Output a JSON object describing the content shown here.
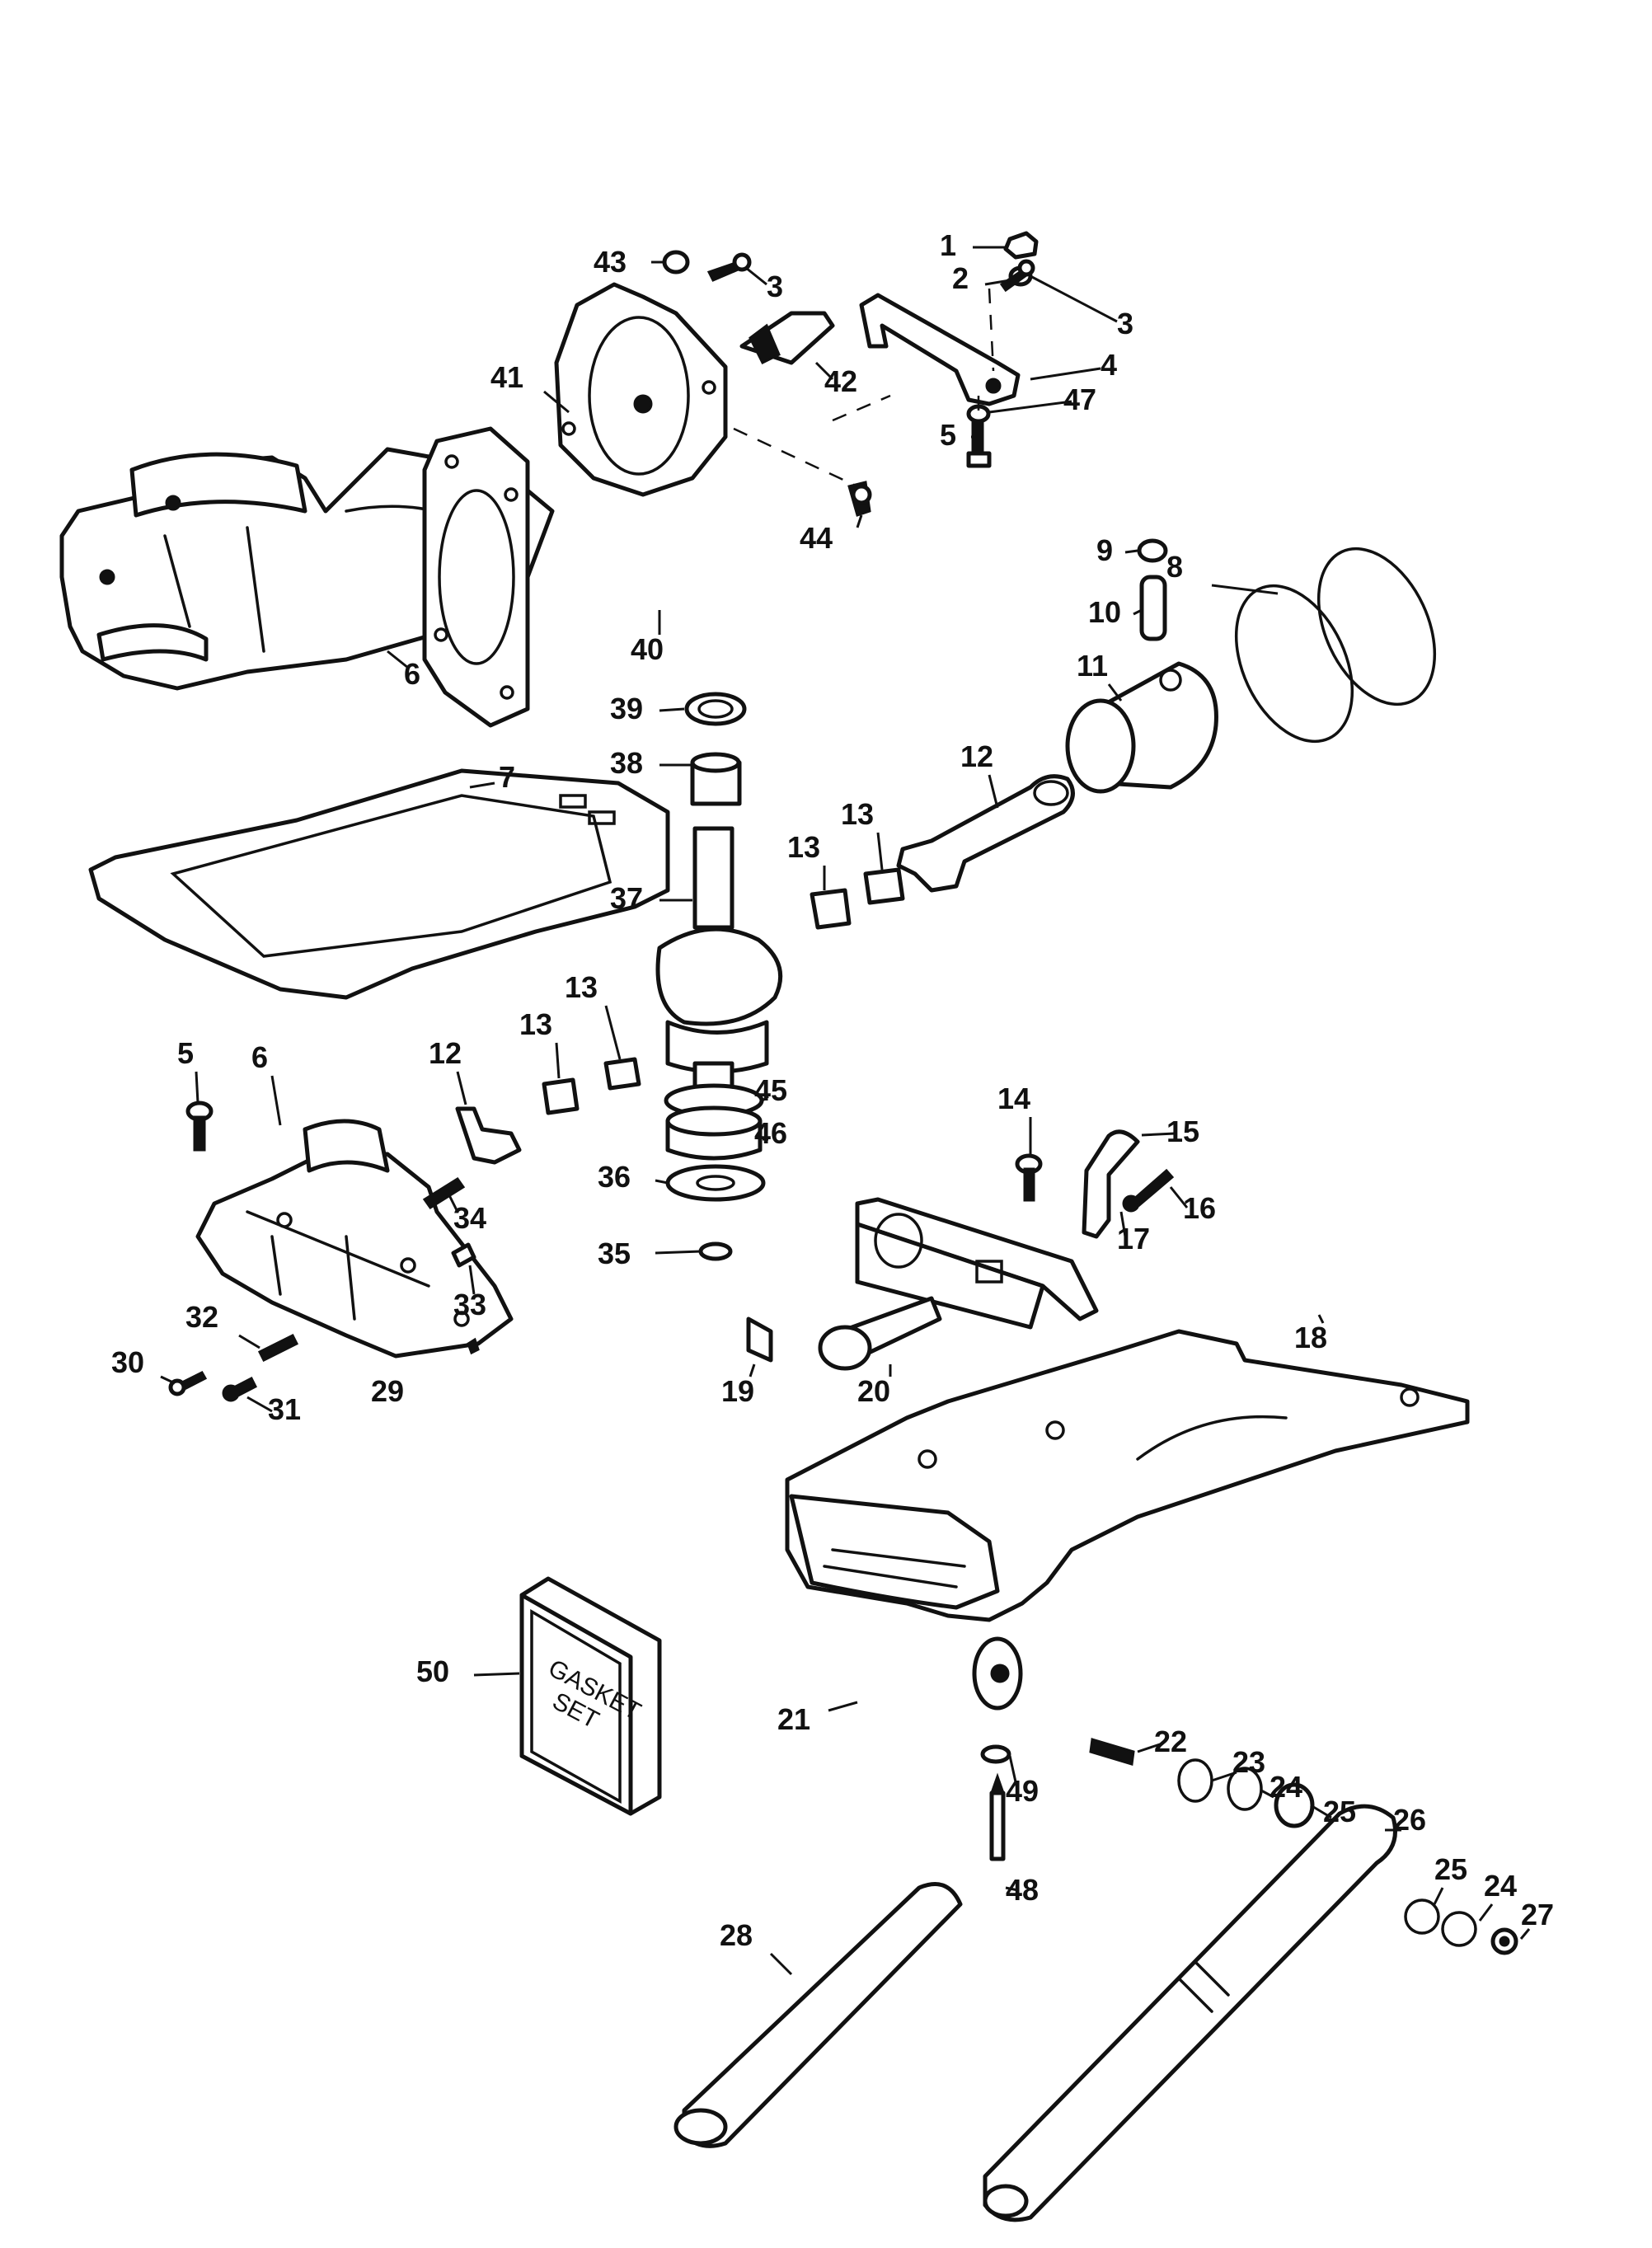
{
  "diagram": {
    "title": "Exploded parts diagram – outboard powerhead, crankcase and swivel bracket",
    "gasket_box_text": [
      "GASKET",
      "SET"
    ],
    "callouts": [
      {
        "id": "c1",
        "label": "1",
        "part": "nut"
      },
      {
        "id": "c2",
        "label": "2",
        "part": "washer"
      },
      {
        "id": "c3a",
        "label": "3",
        "part": "screw"
      },
      {
        "id": "c3b",
        "label": "3",
        "part": "screw"
      },
      {
        "id": "c4",
        "label": "4",
        "part": "lifting bracket"
      },
      {
        "id": "c47",
        "label": "47",
        "part": "washer"
      },
      {
        "id": "c5a",
        "label": "5",
        "part": "bolt"
      },
      {
        "id": "c43",
        "label": "43",
        "part": "washer"
      },
      {
        "id": "c41",
        "label": "41",
        "part": "cylinder head"
      },
      {
        "id": "c42",
        "label": "42",
        "part": "spark plug"
      },
      {
        "id": "c44",
        "label": "44",
        "part": "screw"
      },
      {
        "id": "c40",
        "label": "40",
        "part": "head gasket"
      },
      {
        "id": "c6a",
        "label": "6",
        "part": "cylinder block"
      },
      {
        "id": "c9",
        "label": "9",
        "part": "retaining ring"
      },
      {
        "id": "c10",
        "label": "10",
        "part": "piston pin"
      },
      {
        "id": "c8",
        "label": "8",
        "part": "piston rings"
      },
      {
        "id": "c11",
        "label": "11",
        "part": "piston"
      },
      {
        "id": "c39",
        "label": "39",
        "part": "seal"
      },
      {
        "id": "c38",
        "label": "38",
        "part": "bearing"
      },
      {
        "id": "c7",
        "label": "7",
        "part": "gasket"
      },
      {
        "id": "c12a",
        "label": "12",
        "part": "connecting rod"
      },
      {
        "id": "c13a",
        "label": "13",
        "part": "needle bearing"
      },
      {
        "id": "c13b",
        "label": "13",
        "part": "needle bearing"
      },
      {
        "id": "c37",
        "label": "37",
        "part": "crankshaft"
      },
      {
        "id": "c13c",
        "label": "13",
        "part": "needle bearing"
      },
      {
        "id": "c13d",
        "label": "13",
        "part": "needle bearing"
      },
      {
        "id": "c5b",
        "label": "5",
        "part": "bolt"
      },
      {
        "id": "c6b",
        "label": "6",
        "part": "crankcase"
      },
      {
        "id": "c12b",
        "label": "12",
        "part": "rod cap"
      },
      {
        "id": "c45",
        "label": "45",
        "part": "bearing"
      },
      {
        "id": "c46",
        "label": "46",
        "part": "seal"
      },
      {
        "id": "c36",
        "label": "36",
        "part": "washer"
      },
      {
        "id": "c35",
        "label": "35",
        "part": "o-ring"
      },
      {
        "id": "c34",
        "label": "34",
        "part": "stud"
      },
      {
        "id": "c33",
        "label": "33",
        "part": "dowel pin"
      },
      {
        "id": "c32",
        "label": "32",
        "part": "screw"
      },
      {
        "id": "c30",
        "label": "30",
        "part": "screw"
      },
      {
        "id": "c31",
        "label": "31",
        "part": "screw"
      },
      {
        "id": "c29",
        "label": "29",
        "part": "crankcase half"
      },
      {
        "id": "c14",
        "label": "14",
        "part": "screw"
      },
      {
        "id": "c15",
        "label": "15",
        "part": "clamp"
      },
      {
        "id": "c16",
        "label": "16",
        "part": "screw"
      },
      {
        "id": "c17",
        "label": "17",
        "part": "nut"
      },
      {
        "id": "c18",
        "label": "18",
        "part": "mount"
      },
      {
        "id": "c19",
        "label": "19",
        "part": "decal"
      },
      {
        "id": "c20",
        "label": "20",
        "part": "mount"
      },
      {
        "id": "c50",
        "label": "50",
        "part": "gasket set"
      },
      {
        "id": "c21",
        "label": "21",
        "part": "swivel bracket"
      },
      {
        "id": "c22",
        "label": "22",
        "part": "stud"
      },
      {
        "id": "c49",
        "label": "49",
        "part": "washer"
      },
      {
        "id": "c48",
        "label": "48",
        "part": "pin"
      },
      {
        "id": "c23",
        "label": "23",
        "part": "washer"
      },
      {
        "id": "c24a",
        "label": "24",
        "part": "washer"
      },
      {
        "id": "c25a",
        "label": "25",
        "part": "bushing"
      },
      {
        "id": "c26",
        "label": "26",
        "part": "tiller arm"
      },
      {
        "id": "c25b",
        "label": "25",
        "part": "bushing"
      },
      {
        "id": "c24b",
        "label": "24",
        "part": "washer"
      },
      {
        "id": "c27",
        "label": "27",
        "part": "nut"
      },
      {
        "id": "c28",
        "label": "28",
        "part": "grip"
      }
    ]
  }
}
